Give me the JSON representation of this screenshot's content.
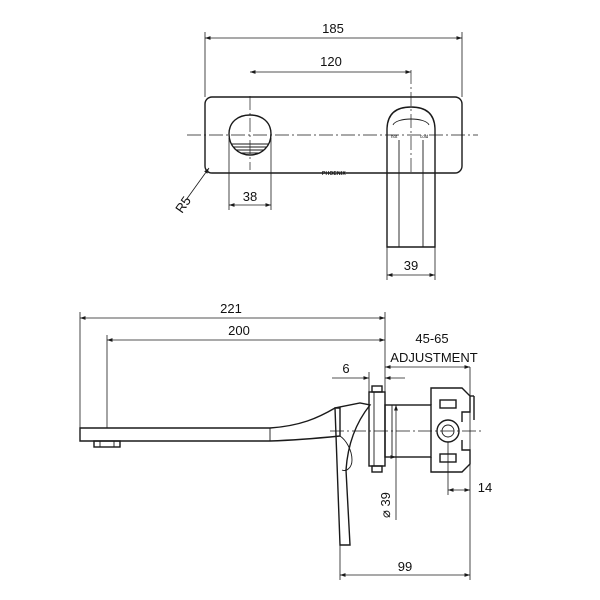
{
  "front_view": {
    "dim_overall_width": "185",
    "dim_centres": "120",
    "dim_radius": "R5",
    "dim_handle_width": "38",
    "dim_spout_width": "39",
    "label_hot": "hot",
    "label_cold": "cold",
    "logo_text": "PHOENIX"
  },
  "side_view": {
    "dim_total_length": "221",
    "dim_spout_length": "200",
    "dim_adjustment_range": "45-65",
    "dim_adjustment_label": "ADJUSTMENT",
    "dim_plate": "6",
    "dim_diameter": "⌀ 39",
    "dim_depth": "99",
    "dim_rear": "14"
  }
}
